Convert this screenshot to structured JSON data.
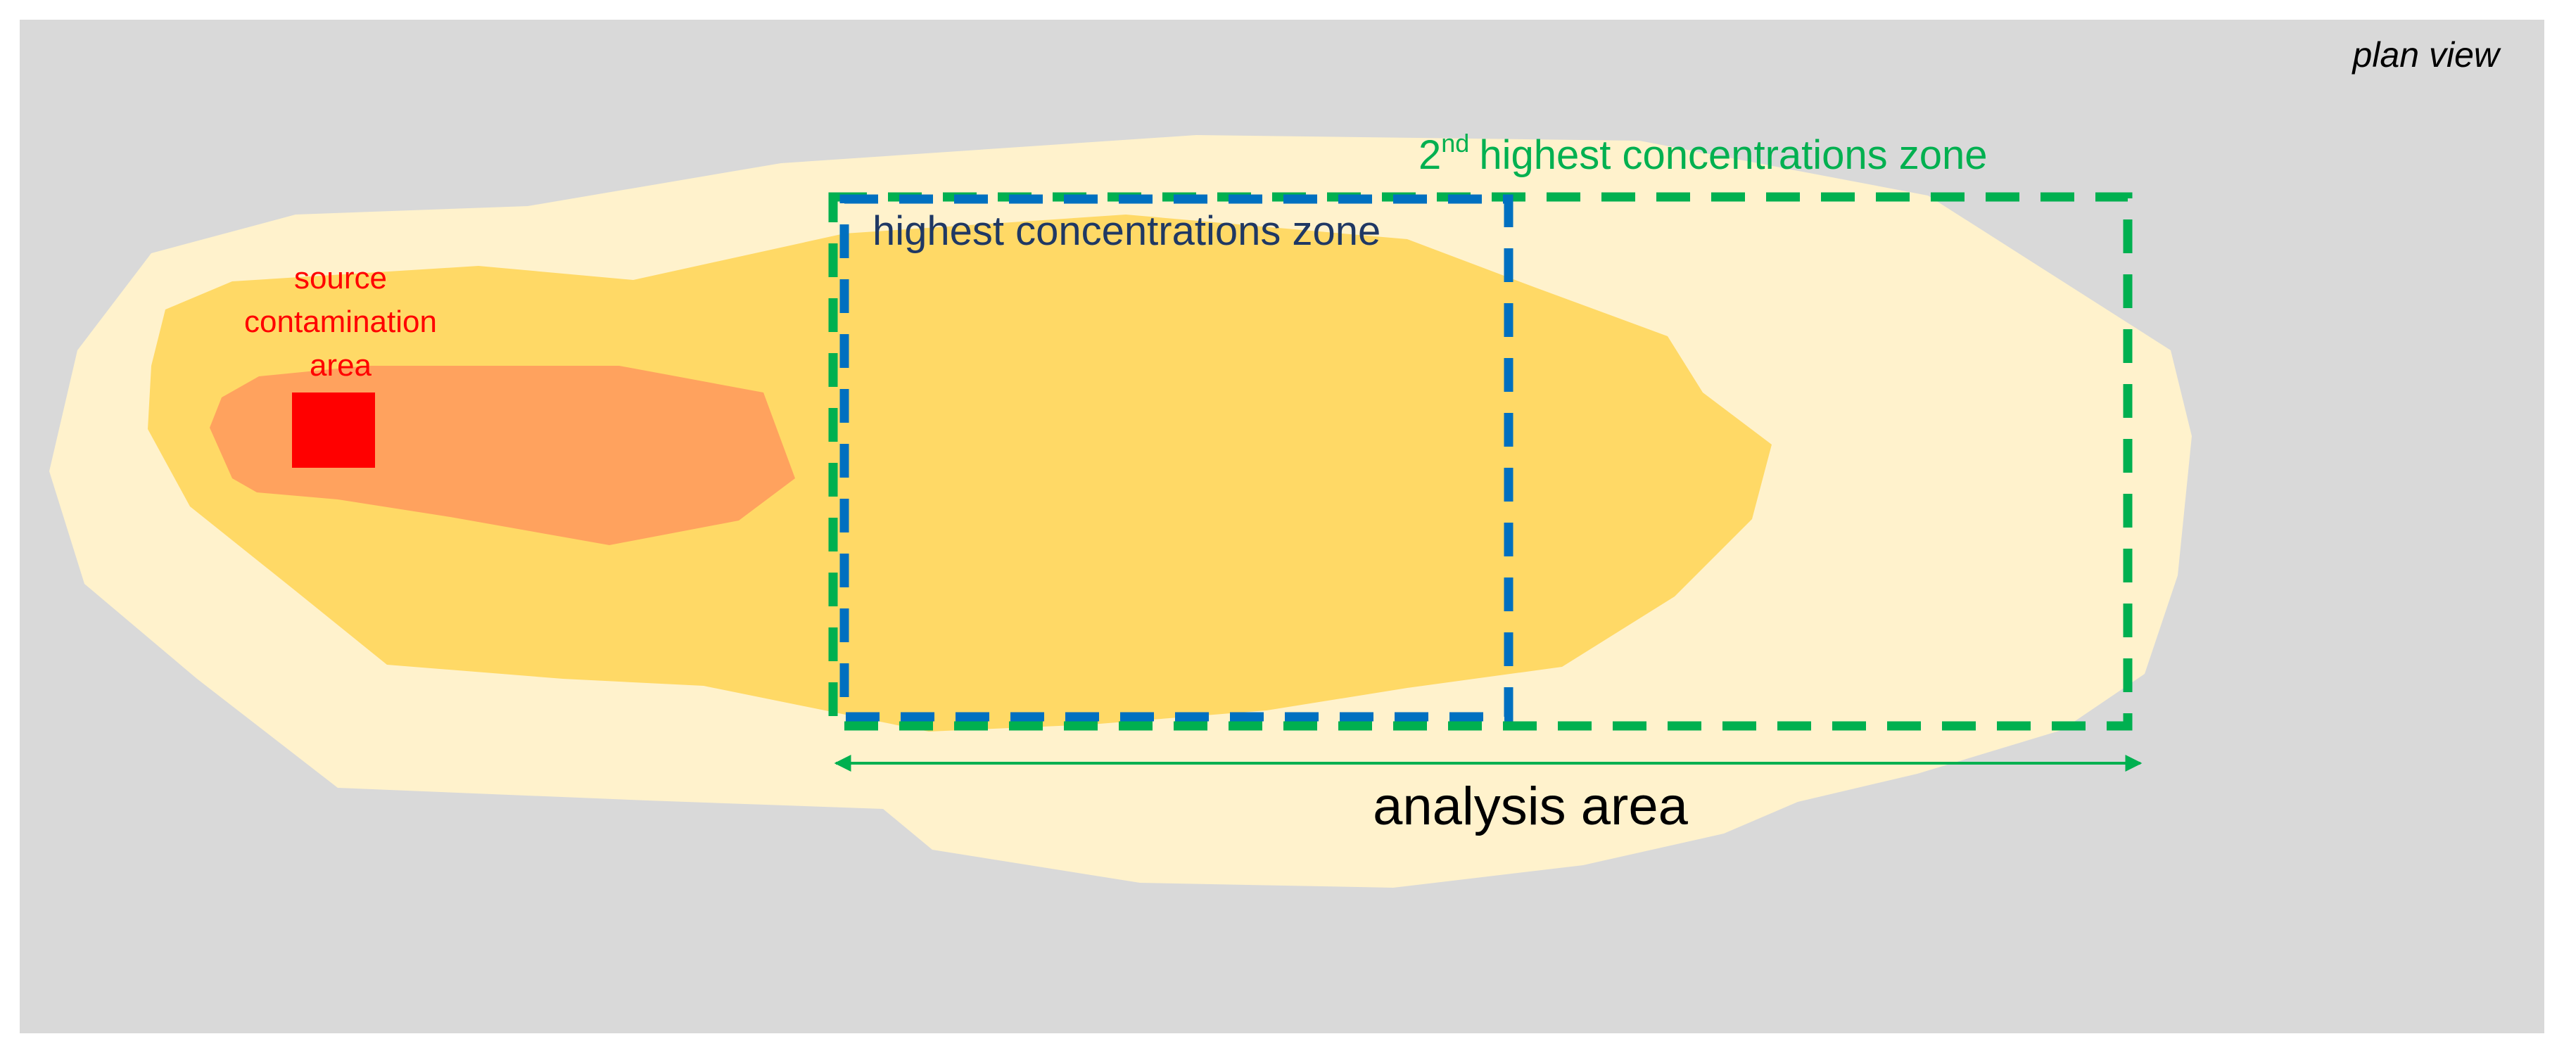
{
  "diagram": {
    "view_label": "plan view",
    "source": {
      "line1": "source",
      "line2": "contamination",
      "line3": "area"
    },
    "highest_zone_label": "highest concentrations zone",
    "second_zone": {
      "number": "2",
      "superscript": "nd",
      "rest": "highest concentrations zone"
    },
    "analysis_label": "analysis area"
  },
  "colors": {
    "background": "#d9d9d9",
    "plume_outer": "#fff2cc",
    "plume_middle": "#ffd966",
    "plume_inner": "#ffa25e",
    "source_square": "#ff0000",
    "source_text": "#ff0000",
    "highest_zone_border": "#0070c0",
    "highest_zone_text": "#1f3864",
    "second_zone_border": "#00b050",
    "second_zone_text": "#00b050",
    "analysis_arrow": "#00b050"
  }
}
